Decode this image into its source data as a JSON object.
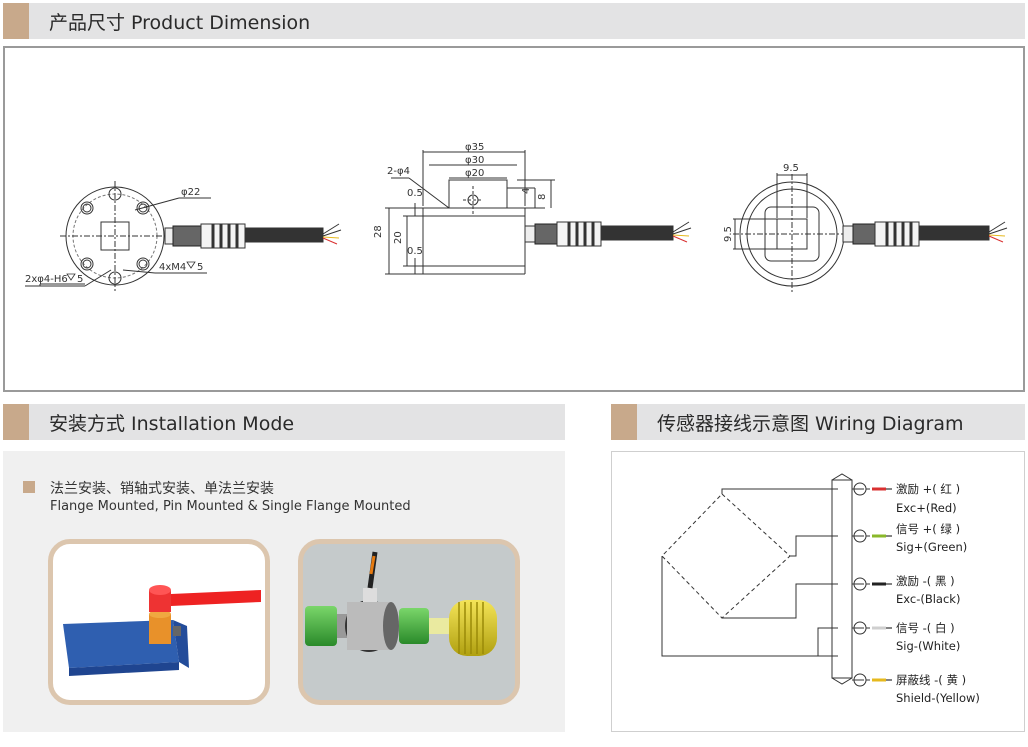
{
  "sections": {
    "dimension_title": "产品尺寸 Product Dimension",
    "installation_title": "安装方式 Installation Mode",
    "wiring_title": "传感器接线示意图  Wiring Diagram"
  },
  "dimension": {
    "front_view": {
      "bolt_circle": "φ22",
      "pin_holes": "2xφ4-H6",
      "pin_depth": "5",
      "threads": "4xM4",
      "thread_depth": "5"
    },
    "side_view": {
      "d35": "φ35",
      "d30": "φ30",
      "d20": "φ20",
      "hole": "2-φ4",
      "h28": "28",
      "h20": "20",
      "h8": "8",
      "h4": "4",
      "top_offset": "0.5",
      "bottom_offset": "0.5"
    },
    "rear_view": {
      "width": "9.5",
      "height": "9.5"
    }
  },
  "installation": {
    "description_cn": "法兰安装、销轴式安装、单法兰安装",
    "description_en": "Flange Mounted, Pin Mounted & Single Flange Mounted"
  },
  "wiring": {
    "wires": [
      {
        "cn": "激励 +( 红 )",
        "en": "Exc+(Red)",
        "color": "#d93030"
      },
      {
        "cn": "信号 +( 绿 )",
        "en": "Sig+(Green)",
        "color": "#8ab82a"
      },
      {
        "cn": "激励 -( 黑 )",
        "en": "Exc-(Black)",
        "color": "#222222"
      },
      {
        "cn": "信号 -( 白 )",
        "en": "Sig-(White)",
        "color": "#f4f4f4"
      },
      {
        "cn": "屏蔽线 -( 黄 )",
        "en": "Shield-(Yellow)",
        "color": "#e6b91e"
      }
    ]
  },
  "colors": {
    "header_bg": "#e3e3e4",
    "accent": "#c8a98b",
    "panel_border": "#9a9a9a"
  }
}
